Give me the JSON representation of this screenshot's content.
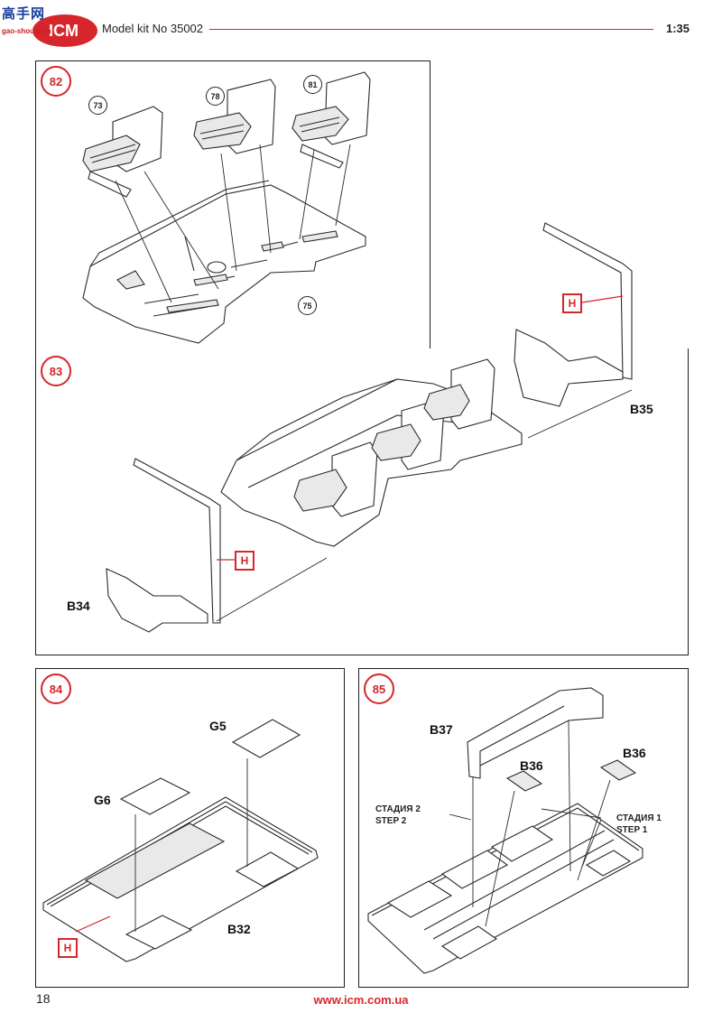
{
  "header": {
    "site_tag": "高手网",
    "site_url": "gao-shou.com",
    "title": "Model kit No 35002",
    "scale": "1:35"
  },
  "steps": {
    "s82": {
      "number": "82",
      "parts": [
        "73",
        "78",
        "81",
        "75"
      ]
    },
    "s83": {
      "number": "83",
      "labels": {
        "left": "B34",
        "right": "B35"
      },
      "tag": "H"
    },
    "s84": {
      "number": "84",
      "labels": {
        "g5": "G5",
        "g6": "G6",
        "b32": "B32"
      },
      "tag": "H"
    },
    "s85": {
      "number": "85",
      "labels": {
        "b37": "B37",
        "b36a": "B36",
        "b36b": "B36"
      },
      "stage2": {
        "ru": "СТАДИЯ 2",
        "en": "STEP 2"
      },
      "stage1": {
        "ru": "СТАДИЯ 1",
        "en": "STEP 1"
      }
    }
  },
  "footer": {
    "page": "18",
    "url": "www.icm.com.ua"
  },
  "colors": {
    "accent": "#d6262b",
    "line": "#2a2a2a"
  }
}
